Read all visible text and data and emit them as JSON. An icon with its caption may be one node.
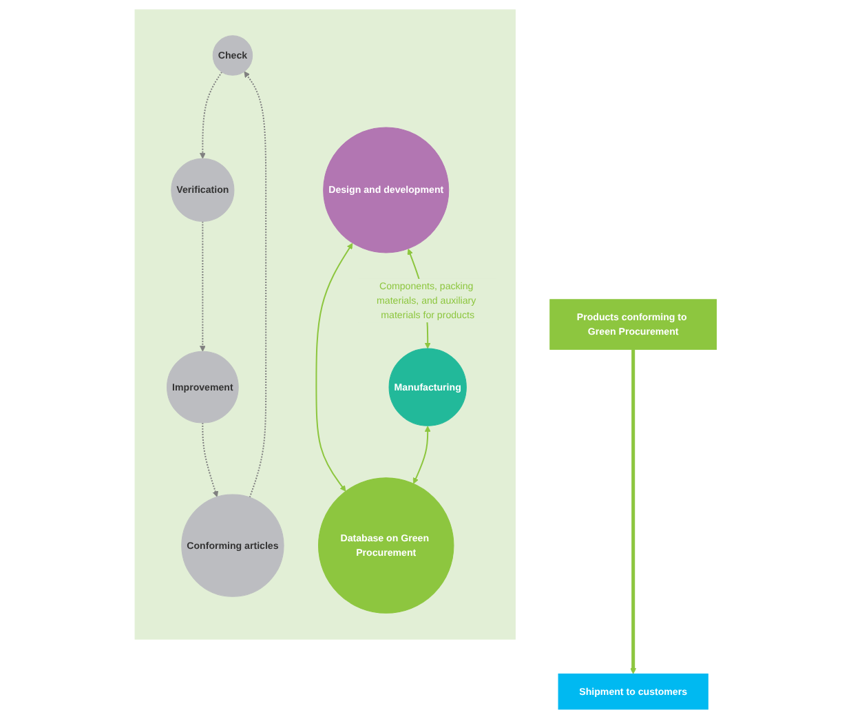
{
  "diagram": {
    "nodes": [
      {
        "text": [],
        "shape": "box"
      },
      {
        "text": [
          "Check"
        ],
        "in": 0
      },
      {
        "text": [
          "Verification"
        ],
        "in": 0
      },
      {
        "text": [
          "Database on Green Procurement"
        ],
        "in": 0
      },
      {
        "text": [
          "Conforming articles"
        ],
        "in": 0
      },
      {
        "text": [
          "Improvement"
        ],
        "in": 0
      },
      {
        "text": [
          "Design and development"
        ],
        "in": 0
      },
      {
        "text": [
          "Manufacturing"
        ],
        "in": 0
      },
      {
        "text": [
          "Products conforming to Green Procurement"
        ]
      },
      {
        "text": [
          "Shipment to customers"
        ]
      }
    ],
    "edges": [
      {
        "from": 1,
        "to": 2,
        "arrow": "to",
        "style": "dashed",
        "color": "#808080"
      },
      {
        "from": 2,
        "to": 5,
        "arrow": "to",
        "style": "dashed",
        "color": "#808080"
      },
      {
        "from": 5,
        "to": 4,
        "arrow": "to",
        "style": "dashed",
        "color": "#808080"
      },
      {
        "from": 4,
        "to": 1,
        "arrow": "to",
        "style": "dashed",
        "color": "#808080"
      },
      {
        "from": 6,
        "to": 3,
        "arrow": "both"
      },
      {
        "from": 7,
        "to": 3,
        "arrow": "both"
      },
      {
        "from": 6,
        "to": 7,
        "arrow": "both",
        "label": "Components, packing materials, and auxiliary materials for products"
      },
      {
        "from": 8,
        "to": 9,
        "arrow": "to",
        "style": "thick"
      }
    ]
  }
}
